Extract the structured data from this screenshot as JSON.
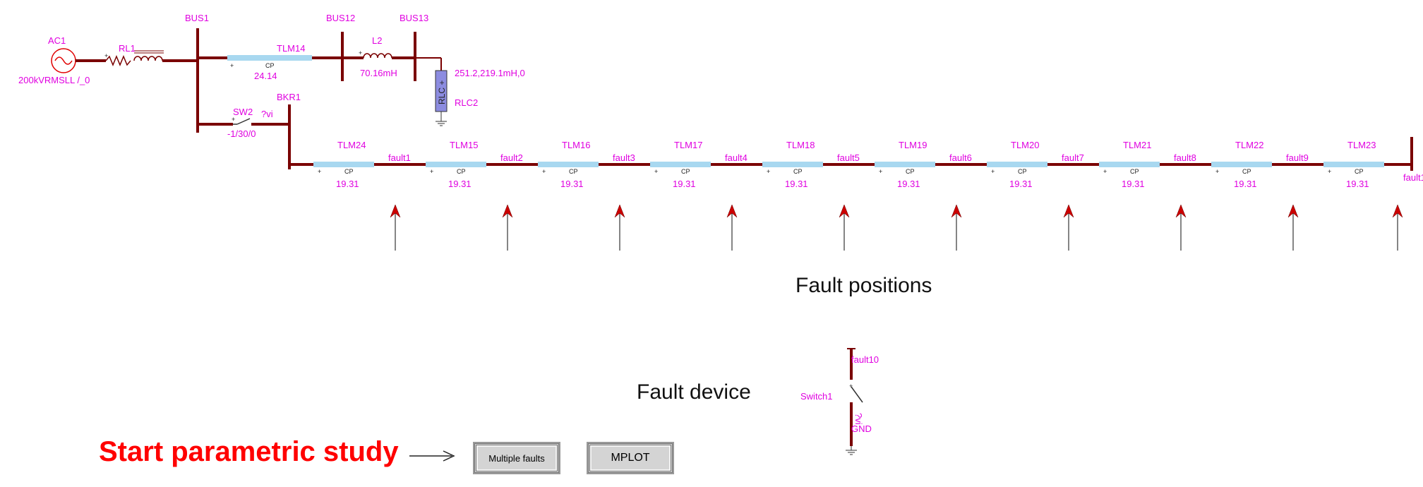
{
  "labels": {
    "ac1": "AC1",
    "ac1_value": "200kVRMSLL /_0",
    "rl1": "RL1",
    "bus1": "BUS1",
    "bus12": "BUS12",
    "bus13": "BUS13",
    "tlm14": "TLM14",
    "tlm14_value": "24.14",
    "l2": "L2",
    "l2_value": "70.16mH",
    "rlc2": "RLC2",
    "rlc2_value": "251.2,219.1mH,0",
    "rlc_box": "RLC +",
    "sw2": "SW2",
    "sw2_vi": "?vi",
    "sw2_value": "-1/30/0",
    "bkr1": "BKR1",
    "cp": "CP",
    "plus": "+",
    "end_fault": "fault10"
  },
  "line_segments": [
    {
      "tlm": "TLM24",
      "value": "19.31",
      "fault": "fault1"
    },
    {
      "tlm": "TLM15",
      "value": "19.31",
      "fault": "fault2"
    },
    {
      "tlm": "TLM16",
      "value": "19.31",
      "fault": "fault3"
    },
    {
      "tlm": "TLM17",
      "value": "19.31",
      "fault": "fault4"
    },
    {
      "tlm": "TLM18",
      "value": "19.31",
      "fault": "fault5"
    },
    {
      "tlm": "TLM19",
      "value": "19.31",
      "fault": "fault6"
    },
    {
      "tlm": "TLM20",
      "value": "19.31",
      "fault": "fault7"
    },
    {
      "tlm": "TLM21",
      "value": "19.31",
      "fault": "fault8"
    },
    {
      "tlm": "TLM22",
      "value": "19.31",
      "fault": "fault9"
    },
    {
      "tlm": "TLM23",
      "value": "19.31",
      "fault": ""
    }
  ],
  "annotations": {
    "fault_positions": "Fault positions",
    "fault_device": "Fault device",
    "start_study": "Start parametric study"
  },
  "fault_device": {
    "top_label": "fault10",
    "switch_label": "Switch1",
    "vi_label": "?vi",
    "bottom_label": "GND"
  },
  "buttons": {
    "multiple_faults": "Multiple faults",
    "mplot": "MPLOT"
  },
  "colors": {
    "wire": "#7a0000",
    "label": "#e000e0",
    "tlm_fill": "#a8d8f0",
    "title": "#ff0000",
    "arrow_head": "#cc0000"
  }
}
